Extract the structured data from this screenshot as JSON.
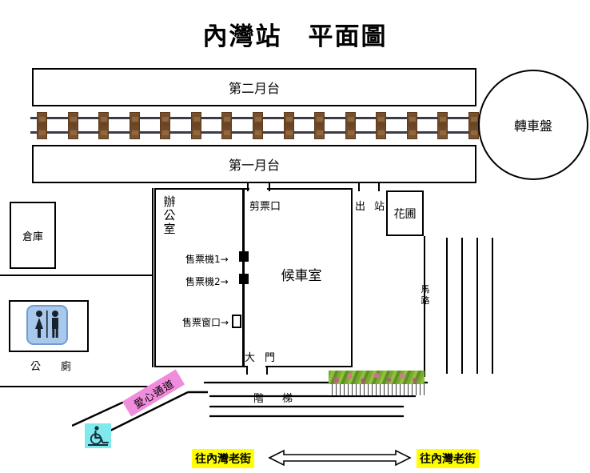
{
  "title": "內灣站　平面圖",
  "platforms": {
    "upper": {
      "label": "第二月台"
    },
    "lower": {
      "label": "第一月台"
    }
  },
  "turntable": {
    "label": "轉車盤"
  },
  "track": {
    "sleeper_count": 15,
    "sleeper_color": "#6b4424",
    "rail_color": "#3c3c48"
  },
  "building": {
    "office_label": "辦公室",
    "waiting_room_label": "候車室",
    "ticket_gate_label": "剪票口",
    "exit_label_1": "出",
    "exit_label_2": "站",
    "main_gate_label_1": "大",
    "main_gate_label_2": "門",
    "devices": [
      {
        "name": "售票機1→",
        "type": "vending-machine"
      },
      {
        "name": "售票機2→",
        "type": "vending-machine"
      },
      {
        "name": "售票窗口→",
        "type": "ticket-window"
      }
    ]
  },
  "flower_room": {
    "label": "花圃"
  },
  "warehouse": {
    "label": "倉庫"
  },
  "toilet": {
    "label": "公　廁",
    "icon": "restroom-icon",
    "icon_color": "#a8c8ec"
  },
  "stairs": {
    "label": "階　梯",
    "step_count": 4
  },
  "road": {
    "vertical_label": "馬路",
    "lane_count": 5
  },
  "accessible_ramp": {
    "label": "愛心通道",
    "label_color": "#f08cdc",
    "icon": "wheelchair-icon",
    "icon_color": "#7fe9ee"
  },
  "flower_fence": {
    "name": "flower-fence",
    "foliage_color": "#79a72e",
    "flower_color": "#c45c8a"
  },
  "destinations": {
    "left_label": "往內灣老街",
    "right_label": "往內灣老街",
    "highlight_color": "#ffff00",
    "arrow": "double-headed-arrow"
  }
}
